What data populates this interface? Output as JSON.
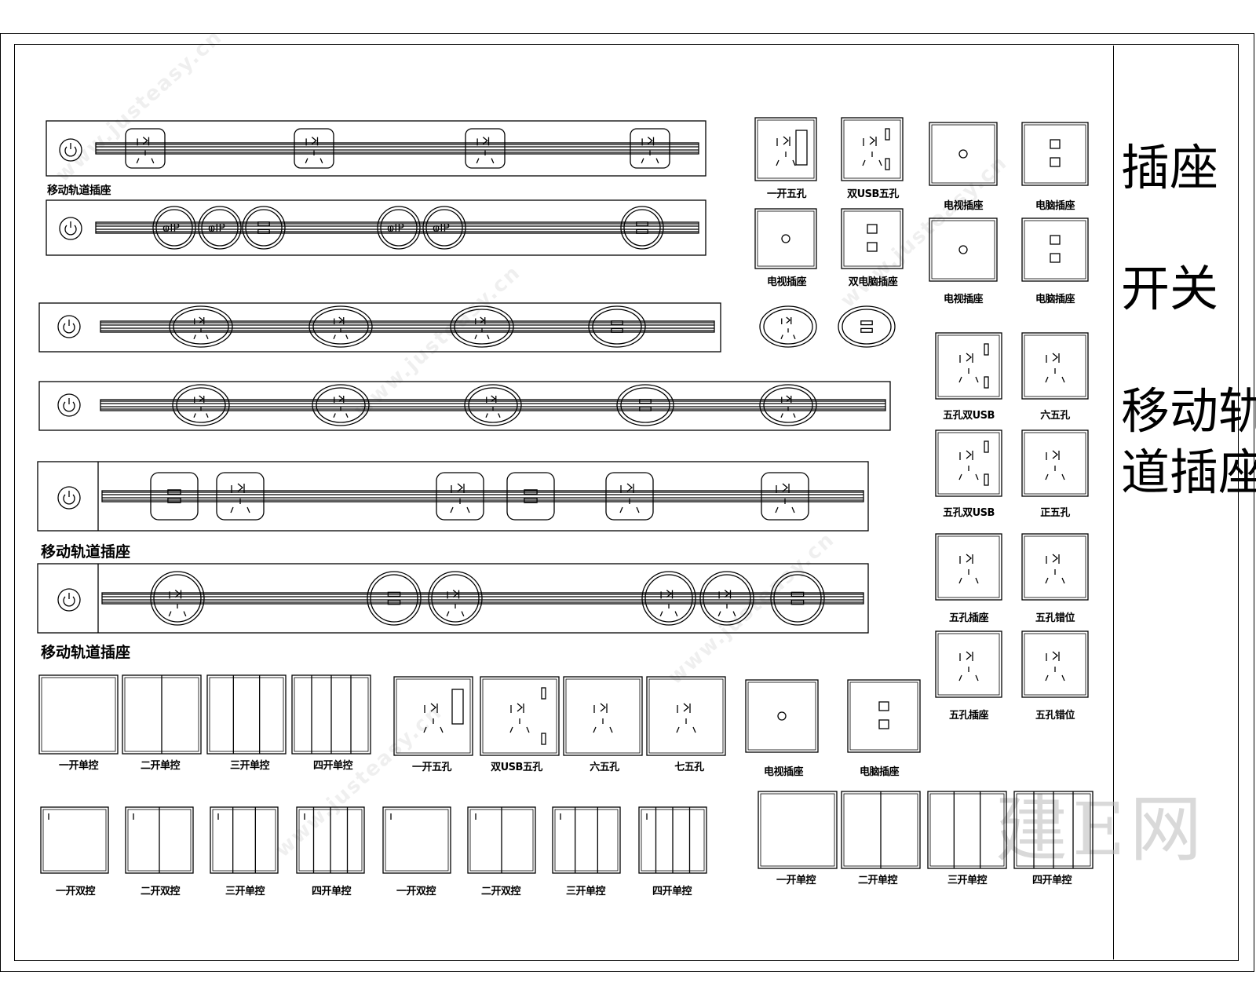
{
  "side_titles": {
    "socket": "插座",
    "switch": "开关",
    "track_line1": "移动轨",
    "track_line2": "道插座"
  },
  "watermark": "建E网",
  "watermark_url": "www.justeasy.cn",
  "track_labels": {
    "t1": "移动轨道插座",
    "t5": "移动轨道插座",
    "t6": "移动轨道插座"
  },
  "top_grid_labels": {
    "a1": "一开五孔",
    "a2": "双USB五孔",
    "a3": "电视插座",
    "a4": "电脑插座",
    "b1": "电视插座",
    "b2": "双电脑插座",
    "b3": "电视插座",
    "b4": "电脑插座"
  },
  "right_grid_labels": {
    "r1a": "五孔双USB",
    "r1b": "六五孔",
    "r2a": "五孔双USB",
    "r2b": "正五孔",
    "r3a": "五孔插座",
    "r3b": "五孔错位",
    "r4a": "五孔插座",
    "r4b": "五孔错位"
  },
  "bottom_row1_labels": {
    "s1": "一开单控",
    "s2": "二开单控",
    "s3": "三开单控",
    "s4": "四开单控",
    "p1": "一开五孔",
    "p2": "双USB五孔",
    "p3": "六五孔",
    "p4": "七五孔",
    "p5": "电视插座",
    "p6": "电脑插座"
  },
  "bottom_row2_labels": {
    "d1": "一开双控",
    "d2": "二开双控",
    "d3": "三开单控",
    "d4": "四开单控",
    "d5": "一开双控",
    "d6": "二开双控",
    "d7": "三开单控",
    "d8": "四开单控"
  },
  "bottom_right_labels": {
    "e1": "一开单控",
    "e2": "二开单控",
    "e3": "三开单控",
    "e4": "四开单控"
  }
}
